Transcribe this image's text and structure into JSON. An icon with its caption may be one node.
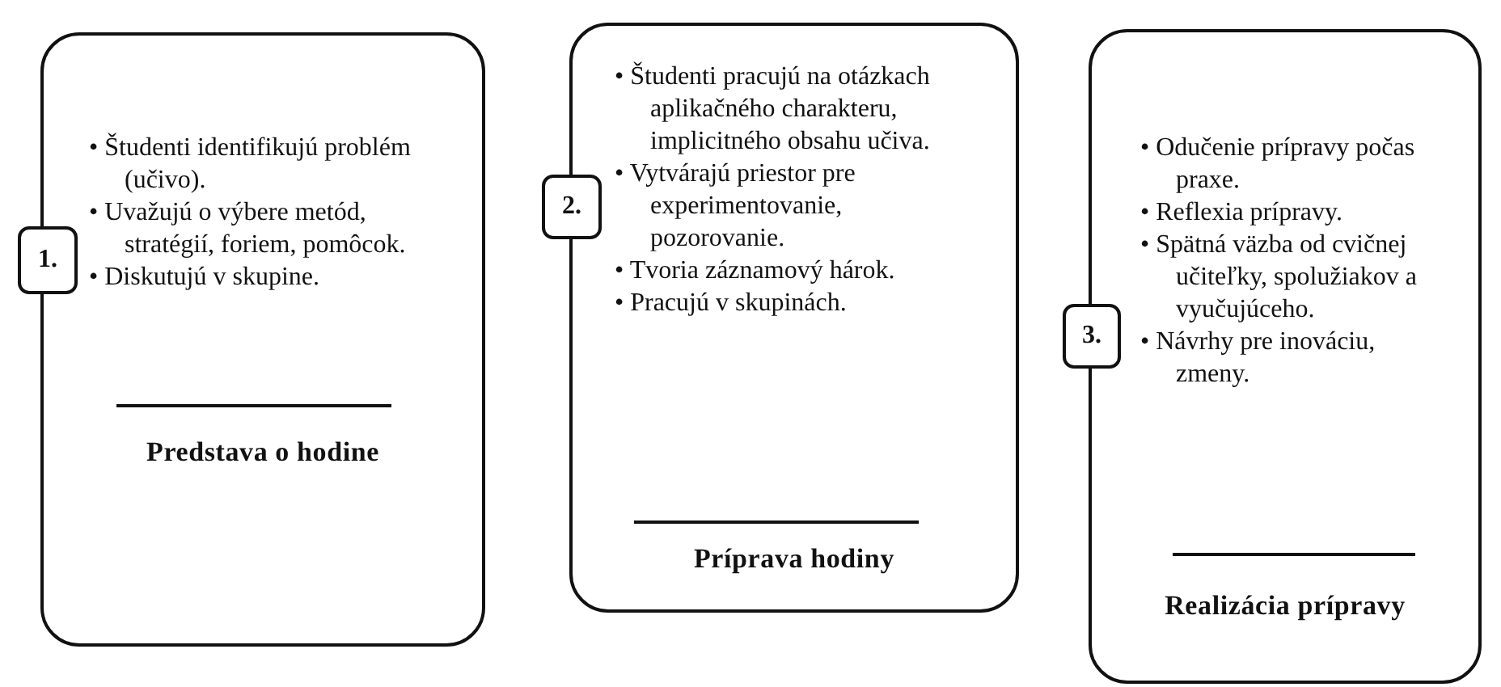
{
  "diagram": {
    "nodes": [
      {
        "text": [
          "• Študenti identifikujú problém (učivo).",
          "• Uvažujú o výbere metód, stratégií, foriem, pomôcok.",
          "• Diskutujú v skupine.",
          "Predstava o hodine"
        ]
      },
      {
        "text": [
          "1."
        ]
      },
      {
        "text": [
          "• Študenti pracujú na otázkach aplikačného charakteru, implicitného obsahu učiva.",
          "• Vytvárajú priestor pre experimentovanie, pozorovanie.",
          "• Tvoria záznamový hárok.",
          "• Pracujú v skupinách.",
          "Príprava hodiny"
        ]
      },
      {
        "text": [
          "2."
        ]
      },
      {
        "text": [
          "• Odučenie prípravy počas praxe.",
          "• Reflexia prípravy.",
          "• Spätná väzba od cvičnej učiteľky, spolužiakov a vyučujúceho.",
          "• Návrhy pre inováciu, zmeny.",
          "Realizácia prípravy"
        ]
      },
      {
        "text": [
          "3."
        ]
      }
    ],
    "edges": []
  }
}
